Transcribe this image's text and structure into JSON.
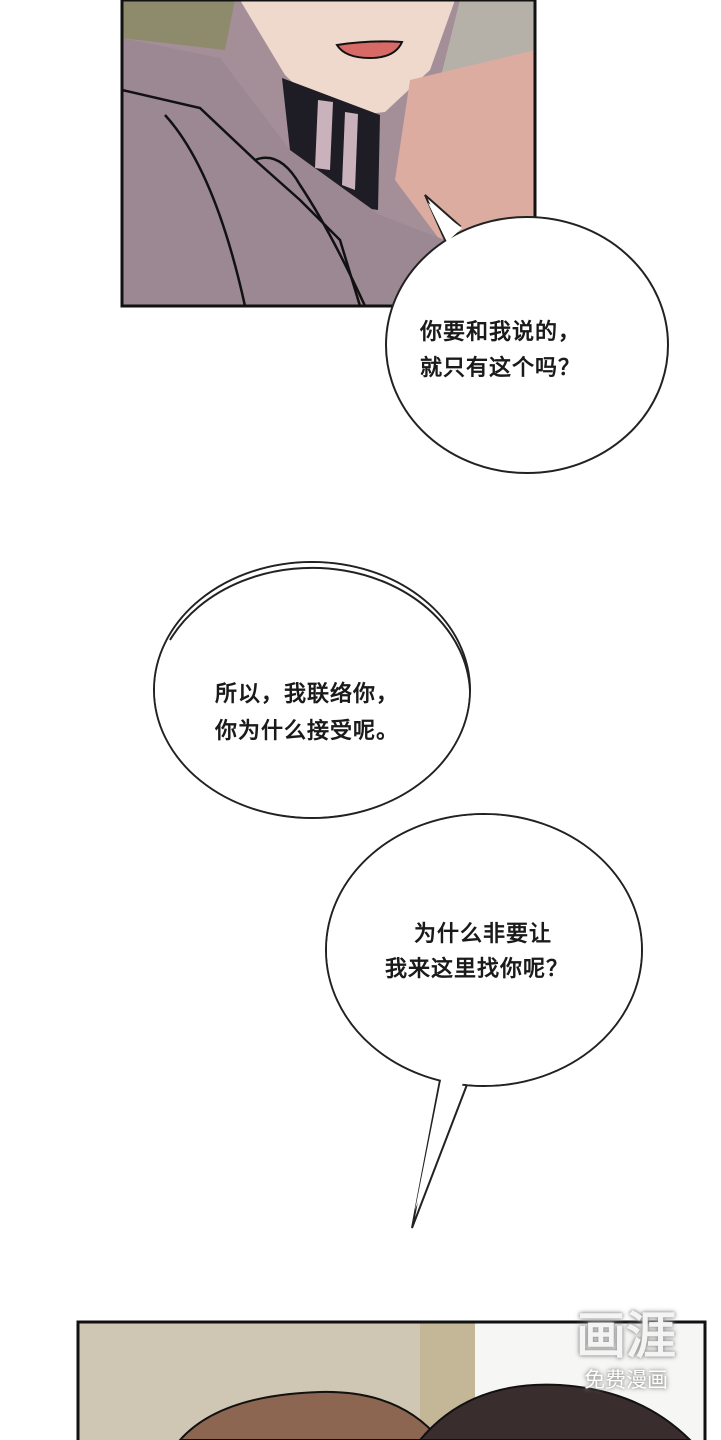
{
  "bubbles": [
    {
      "lines": [
        "你要和我说的，",
        "就只有这个吗？"
      ]
    },
    {
      "lines": [
        "所以，我联络你，",
        "你为什么接受呢。"
      ]
    },
    {
      "lines": [
        "为什么非要让",
        "我来这里找你呢？"
      ]
    }
  ],
  "watermark": {
    "logo": "画涯",
    "subtitle": "免费漫画"
  }
}
